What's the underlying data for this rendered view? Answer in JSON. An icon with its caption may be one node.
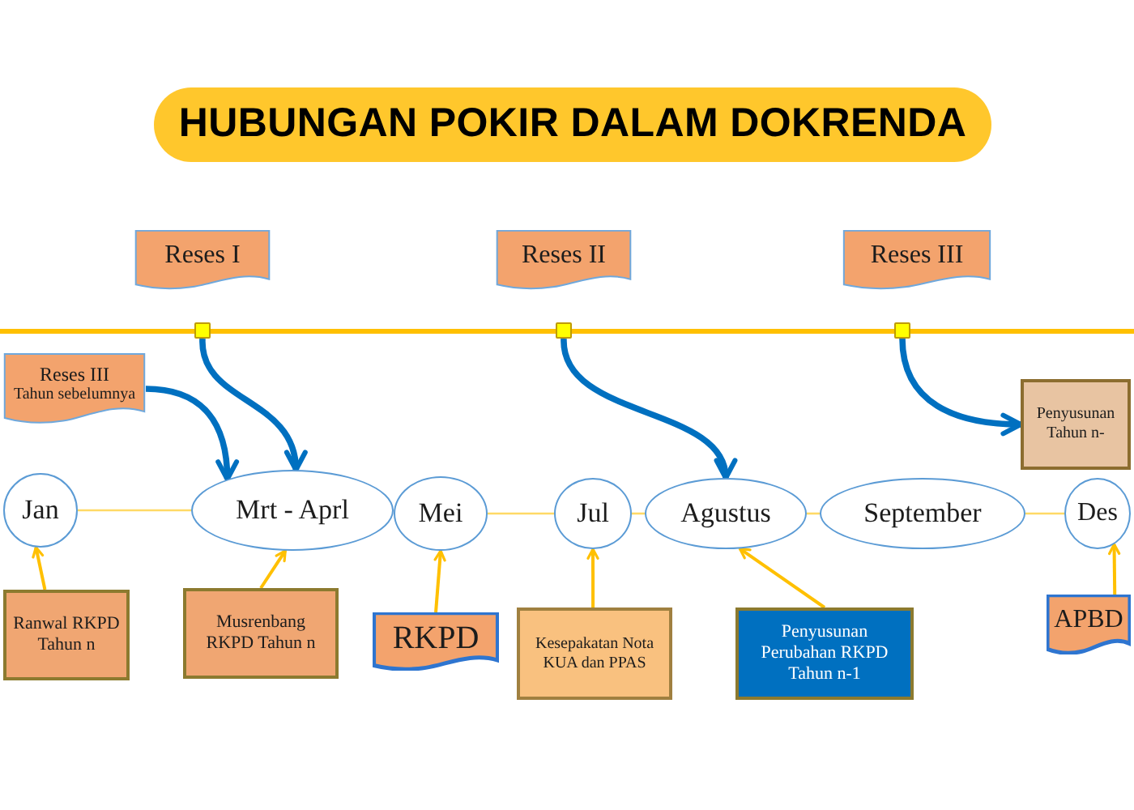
{
  "diagram": {
    "title": "HUBUNGAN POKIR DALAM DOKRENDA",
    "nodes": [
      {
        "text": [
          "Reses I"
        ]
      },
      {
        "text": [
          "Reses II"
        ]
      },
      {
        "text": [
          "Reses III"
        ]
      },
      {
        "text": [],
        "shape": "box"
      },
      {
        "text": [],
        "shape": "box"
      },
      {
        "text": [],
        "shape": "box"
      },
      {
        "text": [
          "Reses III",
          "Tahun sebelumnya"
        ]
      },
      {
        "text": [
          "Penyusunan Tahun n-"
        ]
      },
      {
        "text": [
          "Jan"
        ]
      },
      {
        "text": [
          "Mrt - Aprl"
        ]
      },
      {
        "text": [
          "Mei"
        ]
      },
      {
        "text": [
          "Jul"
        ]
      },
      {
        "text": [
          "Agustus"
        ]
      },
      {
        "text": [
          "September"
        ]
      },
      {
        "text": [
          "Des"
        ]
      },
      {
        "text": [
          "Ranwal RKPD Tahun n"
        ]
      },
      {
        "text": [
          "Musrenbang RKPD Tahun n"
        ]
      },
      {
        "text": [
          "RKPD"
        ]
      },
      {
        "text": [
          "Kesepakatan Nota KUA dan PPAS"
        ]
      },
      {
        "text": [
          "Penyusunan Perubahan RKPD Tahun n-1"
        ]
      },
      {
        "text": [
          "APBD"
        ]
      }
    ],
    "edges": [
      {
        "from": 8,
        "to": 9,
        "arrow": "none",
        "color": "#ffd966"
      },
      {
        "from": 10,
        "to": 11,
        "arrow": "none",
        "color": "#ffd966"
      },
      {
        "from": 11,
        "to": 12,
        "arrow": "none",
        "color": "#ffd966"
      },
      {
        "from": 12,
        "to": 13,
        "arrow": "none",
        "color": "#ffd966"
      },
      {
        "from": 13,
        "to": 14,
        "arrow": "none",
        "color": "#ffd966"
      },
      {
        "from": 15,
        "to": 8,
        "arrow": "to"
      },
      {
        "from": 16,
        "to": 9,
        "arrow": "to"
      },
      {
        "from": 17,
        "to": 10,
        "arrow": "to"
      },
      {
        "from": 18,
        "to": 11,
        "arrow": "to"
      },
      {
        "from": 19,
        "to": 12,
        "arrow": "to"
      },
      {
        "from": 20,
        "to": 14,
        "arrow": "to"
      },
      {
        "from": 3,
        "to": 9,
        "arrow": "to",
        "style": "thick",
        "color": "#0070c0"
      },
      {
        "from": 6,
        "to": 9,
        "arrow": "to",
        "style": "thick",
        "color": "#0070c0"
      },
      {
        "from": 4,
        "to": 12,
        "arrow": "to",
        "style": "thick",
        "color": "#0070c0"
      },
      {
        "from": 5,
        "to": 7,
        "arrow": "to",
        "style": "thick",
        "color": "#0070c0"
      }
    ]
  }
}
